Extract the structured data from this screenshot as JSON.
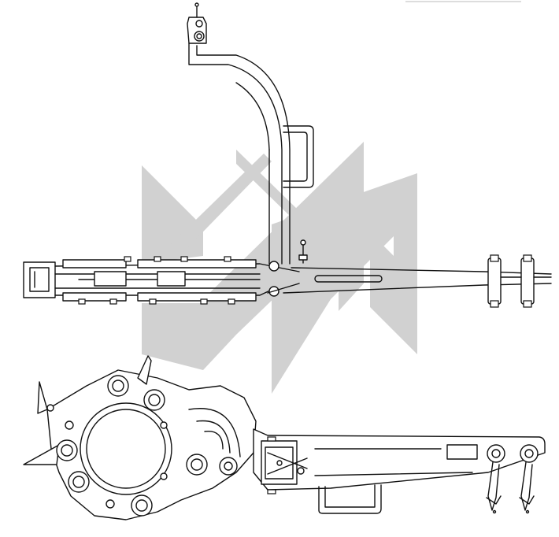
{
  "drawing": {
    "views": [
      "top-view",
      "side-view"
    ],
    "watermark": {
      "shape": "double-M chevron logo",
      "color": "#c8c8c8"
    },
    "line_color": "#111111",
    "background": "#ffffff"
  }
}
